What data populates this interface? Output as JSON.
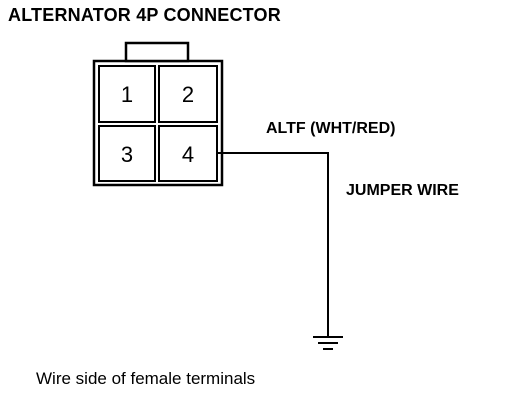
{
  "title": "ALTERNATOR 4P CONNECTOR",
  "connector": {
    "pins": [
      "1",
      "2",
      "3",
      "4"
    ]
  },
  "wire": {
    "label": "ALTF (WHT/RED)",
    "jumper_label": "JUMPER WIRE"
  },
  "caption": "Wire side of female terminals",
  "colors": {
    "line": "#000000",
    "background": "#ffffff"
  }
}
